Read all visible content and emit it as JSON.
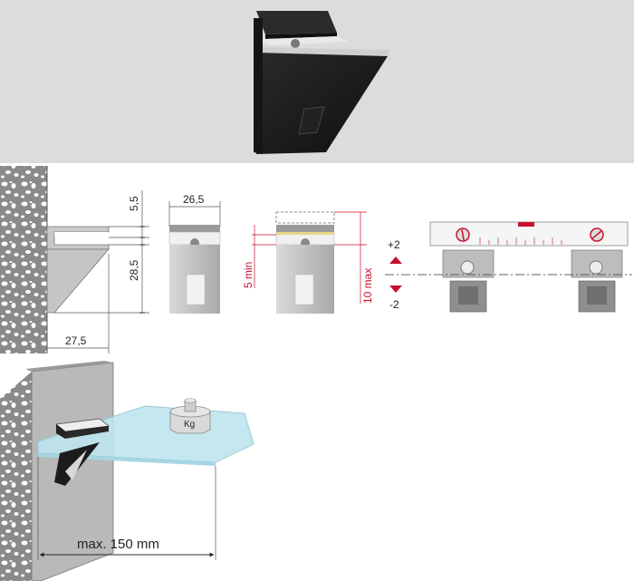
{
  "dimensions": {
    "top_gap": "5,5",
    "height": "28,5",
    "depth": "27,5",
    "width": "26,5",
    "min_thickness": "5 min",
    "max_thickness": "10 max"
  },
  "leveling": {
    "plus": "+2",
    "minus": "-2"
  },
  "load": {
    "weight_label": "Kg",
    "span_label": "max. 150 mm"
  },
  "colors": {
    "bracket": "#1c1c1c",
    "steel": "#c8c8c8",
    "glass": "#bfe6ef",
    "accent_red": "#c8102e",
    "accent_yellow": "#e9d58a"
  }
}
